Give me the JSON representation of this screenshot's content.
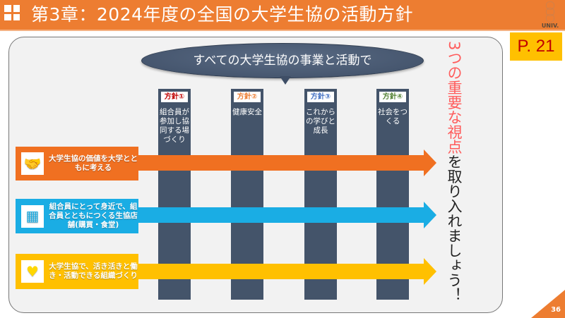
{
  "header": {
    "title": "第3章：2024年度の全国の大学生協の活動方針",
    "logo_text": "UNIV. CO-OP"
  },
  "page_ref": "P. 21",
  "bubble": "すべての大学生協の事業と活動で",
  "policies": [
    {
      "label": "方針①",
      "text": "組合員が参加し協同する場づくり",
      "color": "#C00000"
    },
    {
      "label": "方針②",
      "text": "健康安全",
      "color": "#ED7D31"
    },
    {
      "label": "方針③",
      "text": "これからの学びと成長",
      "color": "#4472C4"
    },
    {
      "label": "方針④",
      "text": "社会をつくる",
      "color": "#548235"
    }
  ],
  "perspectives": [
    {
      "text": "大学生協の価値を大学とともに考える",
      "icon": "handshake-icon",
      "color": "#F07021"
    },
    {
      "text": "組合員にとって身近で、組合員とともにつくる生協店舗(購買・食堂)",
      "icon": "store-icon",
      "color": "#1AADE4"
    },
    {
      "text": "大学生協で、活き活きと働き・活動できる組織づくり",
      "icon": "heart-icon",
      "color": "#FFC000"
    }
  ],
  "side_message": {
    "highlight": "3つの重要な視点",
    "rest": "を取り入れましょう！"
  },
  "page_number": "36"
}
